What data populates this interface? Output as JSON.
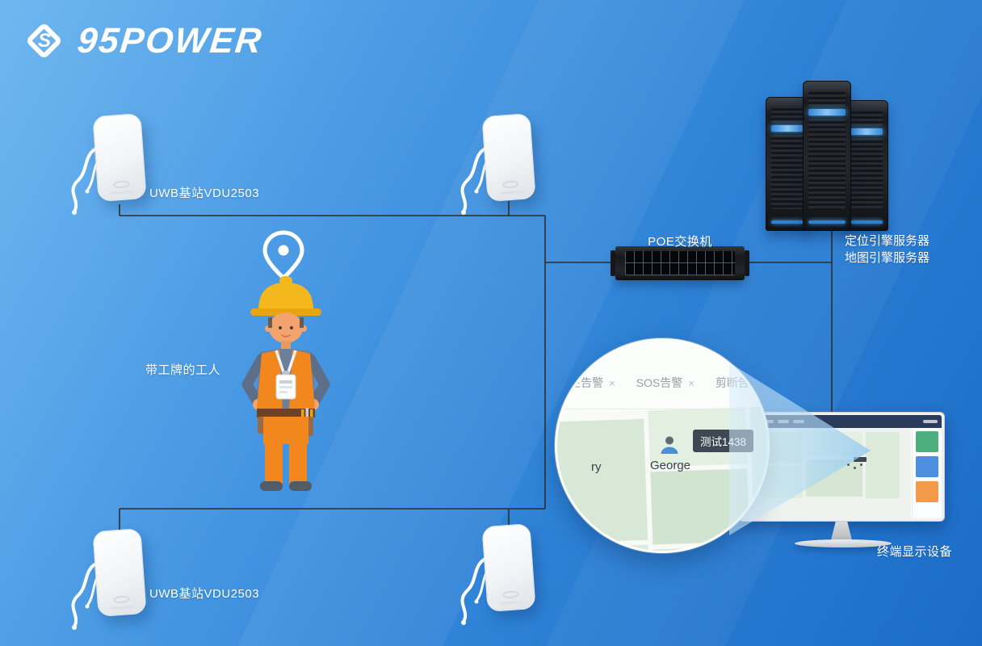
{
  "brand": {
    "name": "95POWER"
  },
  "labels": {
    "station_top": "UWB基站VDU2503",
    "station_bottom": "UWB基站VDU2503",
    "worker": "带工牌的工人",
    "poe": "POE交换机",
    "server_line1": "定位引擎服务器",
    "server_line2": "地图引擎服务器",
    "monitor": "终端显示设备"
  },
  "magnifier": {
    "tabs": [
      {
        "label": "围栏告警",
        "close": "×"
      },
      {
        "label": "SOS告警",
        "close": "×"
      },
      {
        "label": "剪断告警",
        "close": ""
      }
    ],
    "partial_left_text": "ry",
    "person_name": "George",
    "tag_label": "测试1438"
  },
  "colors": {
    "background_top": "#6fb7f0",
    "background_bottom": "#1c6cc7",
    "vest_orange": "#F2871E",
    "helmet_yellow": "#F5B71E",
    "connection_line": "#2e2e2e",
    "map_green": "#d7e9d6",
    "tag_dark": "#3d4854"
  }
}
